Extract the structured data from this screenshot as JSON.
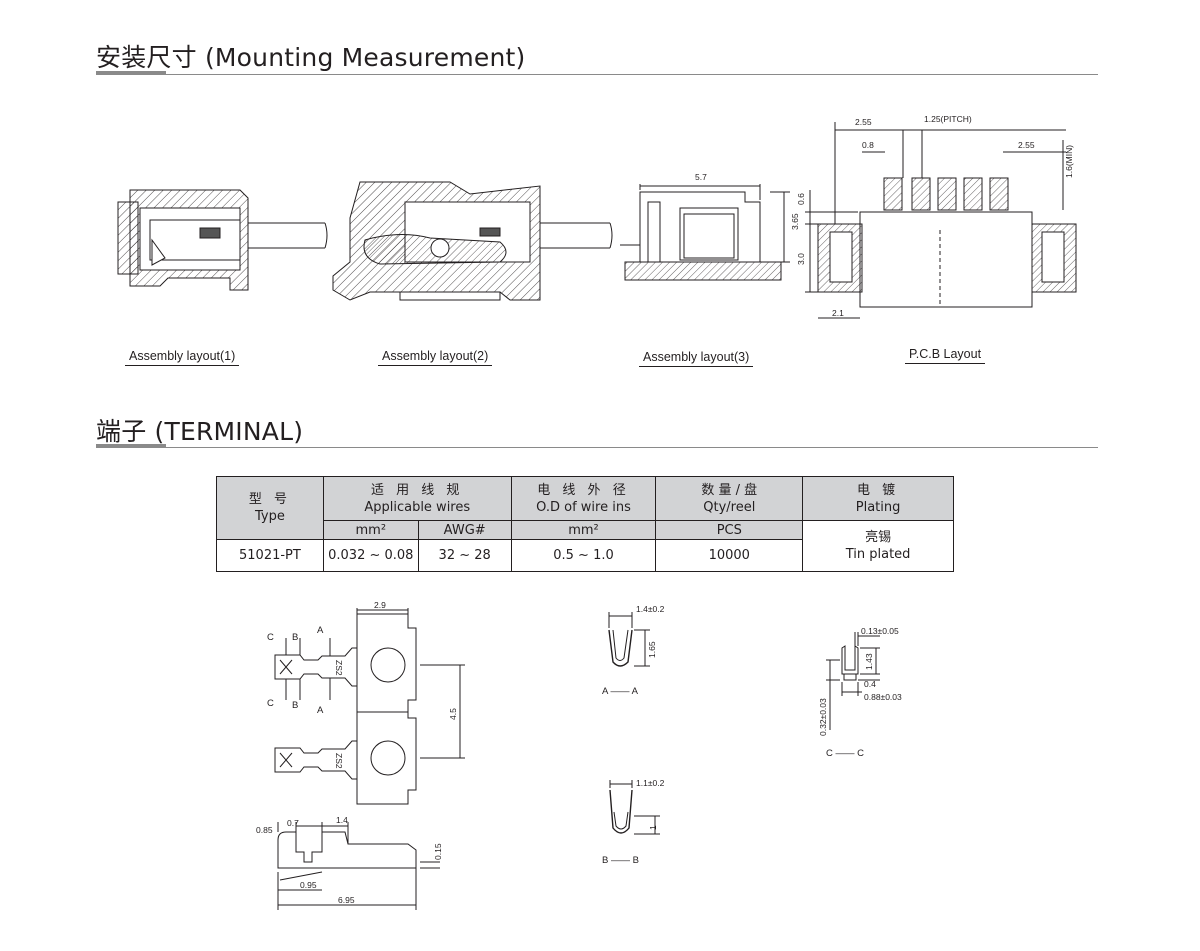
{
  "mounting": {
    "title": "安装尺寸  (Mounting Measurement)",
    "captions": [
      "Assembly layout(1)",
      "Assembly layout(2)",
      "Assembly layout(3)",
      "P.C.B Layout"
    ],
    "layout3_dims": {
      "width": "5.7",
      "height": "3.65"
    },
    "pcb_dims": {
      "d1": "2.55",
      "pitch": "1.25(PITCH)",
      "d2": "0.8",
      "d3": "2.55",
      "d4": "1.6(MIN)",
      "d5": "0.6",
      "d6": "3.0",
      "d7": "2.1"
    }
  },
  "terminal": {
    "title": "端子  (TERMINAL)",
    "table": {
      "type_zh": "型 号",
      "type_en": "Type",
      "wires_zh": "适 用 线 规",
      "wires_en": "Applicable wires",
      "od_zh": "电 线 外 径",
      "od_en": "O.D of wire ins",
      "qty_zh": "数 量 / 盘",
      "qty_en": "Qty/reel",
      "plating_zh": "电 镀",
      "plating_en": "Plating",
      "unit_mm2": "mm²",
      "unit_awg": "AWG#",
      "unit_od": "mm²",
      "unit_pcs": "PCS",
      "row": {
        "type": "51021-PT",
        "mm2": "0.032 ~ 0.08",
        "awg": "32 ~ 28",
        "od": "0.5 ~ 1.0",
        "qty": "10000",
        "plating_zh": "亮锡",
        "plating_en": "Tin plated"
      }
    },
    "strip_dims": {
      "w": "2.9",
      "pitch": "4.5",
      "C": "C",
      "B": "B",
      "A": "A",
      "mark": "ZS2"
    },
    "side_dims": {
      "a": "0.85",
      "b": "0.7",
      "c": "1.4",
      "d": "0.15",
      "e": "0.95",
      "f": "6.95"
    },
    "section_A": {
      "w": "1.4±0.2",
      "h": "1.65",
      "label": "A —— A"
    },
    "section_B": {
      "w": "1.1±0.2",
      "h": "1",
      "label": "B —— B"
    },
    "section_C": {
      "t": "0.13±0.05",
      "h": "1.43",
      "a": "0.4",
      "w": "0.88±0.03",
      "v": "0.32±0.03",
      "label": "C —— C"
    }
  }
}
